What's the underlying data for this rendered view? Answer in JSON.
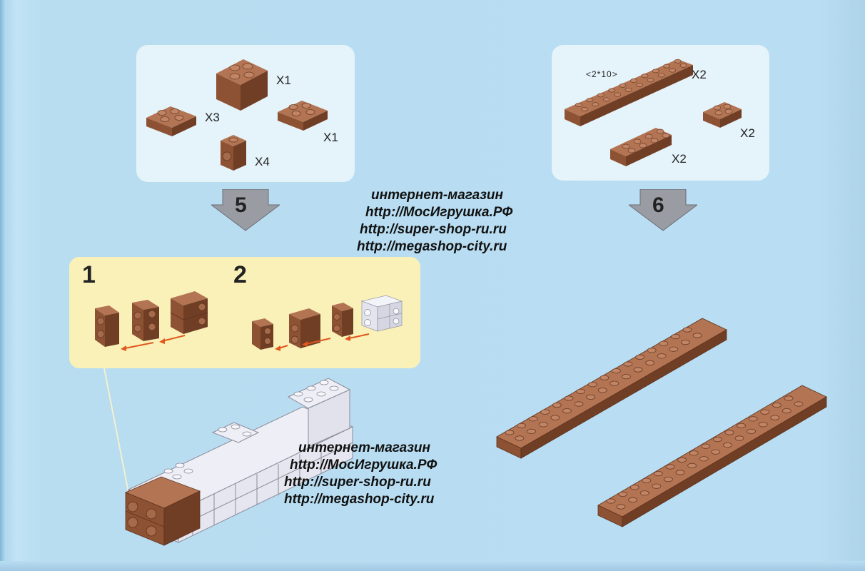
{
  "step5": {
    "number": "5",
    "parts": [
      {
        "qty": "X1"
      },
      {
        "qty": "X3"
      },
      {
        "qty": "X1"
      },
      {
        "qty": "X4"
      }
    ],
    "substeps": [
      "1",
      "2"
    ]
  },
  "step6": {
    "number": "6",
    "size_label": "<2*10>",
    "parts": [
      {
        "qty": "X2"
      },
      {
        "qty": "X2"
      },
      {
        "qty": "X2"
      }
    ]
  },
  "watermark": {
    "lines": [
      "интернет-магазин",
      "http://МосИгрушка.РФ",
      "http://super-shop-ru.ru",
      "http://megashop-city.ru"
    ]
  },
  "colors": {
    "background": "#b9ddf2",
    "brick": "#9a5c3c",
    "brick_top": "#b07352",
    "brick_dark": "#6e3d24",
    "white_brick": "#eeeef6",
    "highlight": "#faf1b8",
    "arrow": "#e0571e"
  }
}
